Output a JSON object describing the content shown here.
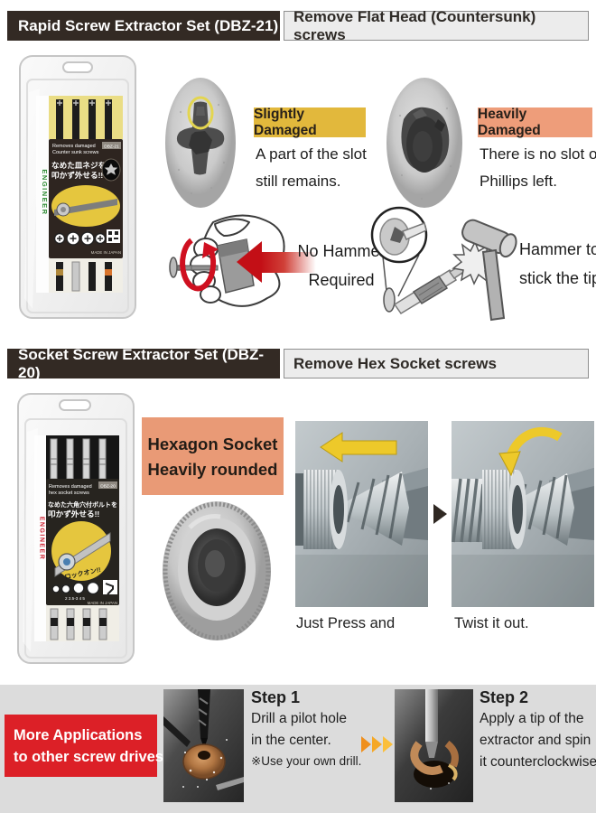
{
  "colors": {
    "header_dark": "#332a24",
    "label_yellow": "#e2b83c",
    "label_salmon": "#ee9d7a",
    "hex_box": "#e99a76",
    "red_box": "#dc2027",
    "arrow_red": "#c30f16",
    "yellow_arrow": "#edc92a",
    "band_gray": "#dcdcdc"
  },
  "section1": {
    "header": {
      "title": "Rapid Screw Extractor Set (DBZ-21)",
      "subtitle": "Remove Flat Head (Countersunk) screws"
    },
    "package": {
      "brand": "ENGINEER",
      "desc1": "Removes damaged",
      "desc2": "Counter sunk screws",
      "model": "DBZ-21",
      "jp1": "なめた皿ネジを",
      "jp2": "叩かず外せる!!",
      "made_in": "MADE IN JAPAN"
    },
    "slightly": {
      "label": "Slightly Damaged",
      "desc1": "A part of the slot",
      "desc2": "still remains."
    },
    "heavily": {
      "label": "Heavily Damaged",
      "desc1": "There is no slot of",
      "desc2": "Phillips left."
    },
    "no_hammer": {
      "line1": "No Hammer",
      "line2": "Required"
    },
    "hammer": {
      "line1": "Hammer to",
      "line2": "stick the tip"
    }
  },
  "section2": {
    "header": {
      "title": "Socket Screw Extractor Set (DBZ-20)",
      "subtitle": "Remove Hex Socket screws"
    },
    "package": {
      "brand": "ENGINEER",
      "desc1": "Removes damaged",
      "desc2": "hex socket screws",
      "model": "DBZ-20",
      "jp1": "なめた六角穴付ボルトを",
      "jp2": "叩かず外せる!!",
      "lockon": "ロックオン!!",
      "sizes": "2 2.5-3 4 5",
      "made_in": "MADE IN JAPAN"
    },
    "hex_box": {
      "line1": "Hexagon Socket",
      "line2": "Heavily rounded"
    },
    "captions": {
      "press": "Just Press and",
      "twist": "Twist it out."
    }
  },
  "section3": {
    "more_apps": {
      "line1": "More Applications",
      "line2": "to other screw drives"
    },
    "step1": {
      "title": "Step 1",
      "line1": "Drill a pilot hole",
      "line2": "in the center.",
      "note": "※Use your own drill."
    },
    "step2": {
      "title": "Step 2",
      "line1": "Apply a tip of the",
      "line2": "extractor and spin",
      "line3": "it counterclockwise."
    }
  }
}
